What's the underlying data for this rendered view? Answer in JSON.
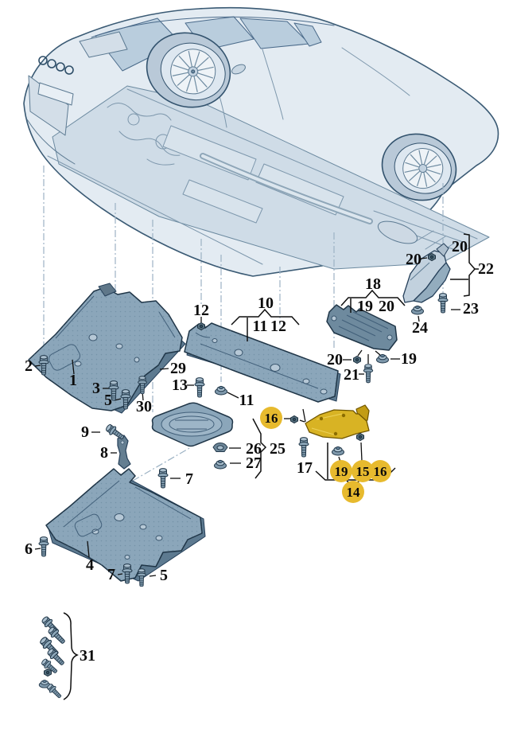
{
  "diagram": {
    "kind": "exploded-parts-diagram",
    "subject": "vehicle underbody protection / trim panels, bottom view with fasteners",
    "background": "#ffffff",
    "highlight_color": "#e7ba2e",
    "panel_color": "#8ba6ba",
    "line_color": "#26405a"
  },
  "callouts": [
    {
      "label": "1",
      "highlighted": false
    },
    {
      "label": "2",
      "highlighted": false
    },
    {
      "label": "3",
      "highlighted": false
    },
    {
      "label": "5",
      "highlighted": false
    },
    {
      "label": "30",
      "highlighted": false
    },
    {
      "label": "29",
      "highlighted": false
    },
    {
      "label": "13",
      "highlighted": false
    },
    {
      "label": "12",
      "highlighted": false
    },
    {
      "label": "11",
      "highlighted": false
    },
    {
      "label": "10",
      "highlighted": false
    },
    {
      "label": "11",
      "highlighted": false
    },
    {
      "label": "12",
      "highlighted": false
    },
    {
      "label": "18",
      "highlighted": false
    },
    {
      "label": "19",
      "highlighted": false
    },
    {
      "label": "20",
      "highlighted": false
    },
    {
      "label": "20",
      "highlighted": false
    },
    {
      "label": "21",
      "highlighted": false
    },
    {
      "label": "19",
      "highlighted": false
    },
    {
      "label": "20",
      "highlighted": false
    },
    {
      "label": "20",
      "highlighted": false
    },
    {
      "label": "22",
      "highlighted": false
    },
    {
      "label": "23",
      "highlighted": false
    },
    {
      "label": "24",
      "highlighted": false
    },
    {
      "label": "16",
      "highlighted": true
    },
    {
      "label": "26",
      "highlighted": false
    },
    {
      "label": "25",
      "highlighted": false
    },
    {
      "label": "27",
      "highlighted": false
    },
    {
      "label": "17",
      "highlighted": false
    },
    {
      "label": "19",
      "highlighted": true
    },
    {
      "label": "15",
      "highlighted": true
    },
    {
      "label": "16",
      "highlighted": true
    },
    {
      "label": "14",
      "highlighted": true
    },
    {
      "label": "9",
      "highlighted": false
    },
    {
      "label": "8",
      "highlighted": false
    },
    {
      "label": "7",
      "highlighted": false
    },
    {
      "label": "6",
      "highlighted": false
    },
    {
      "label": "4",
      "highlighted": false
    },
    {
      "label": "7",
      "highlighted": false
    },
    {
      "label": "5",
      "highlighted": false
    },
    {
      "label": "31",
      "highlighted": false
    }
  ]
}
